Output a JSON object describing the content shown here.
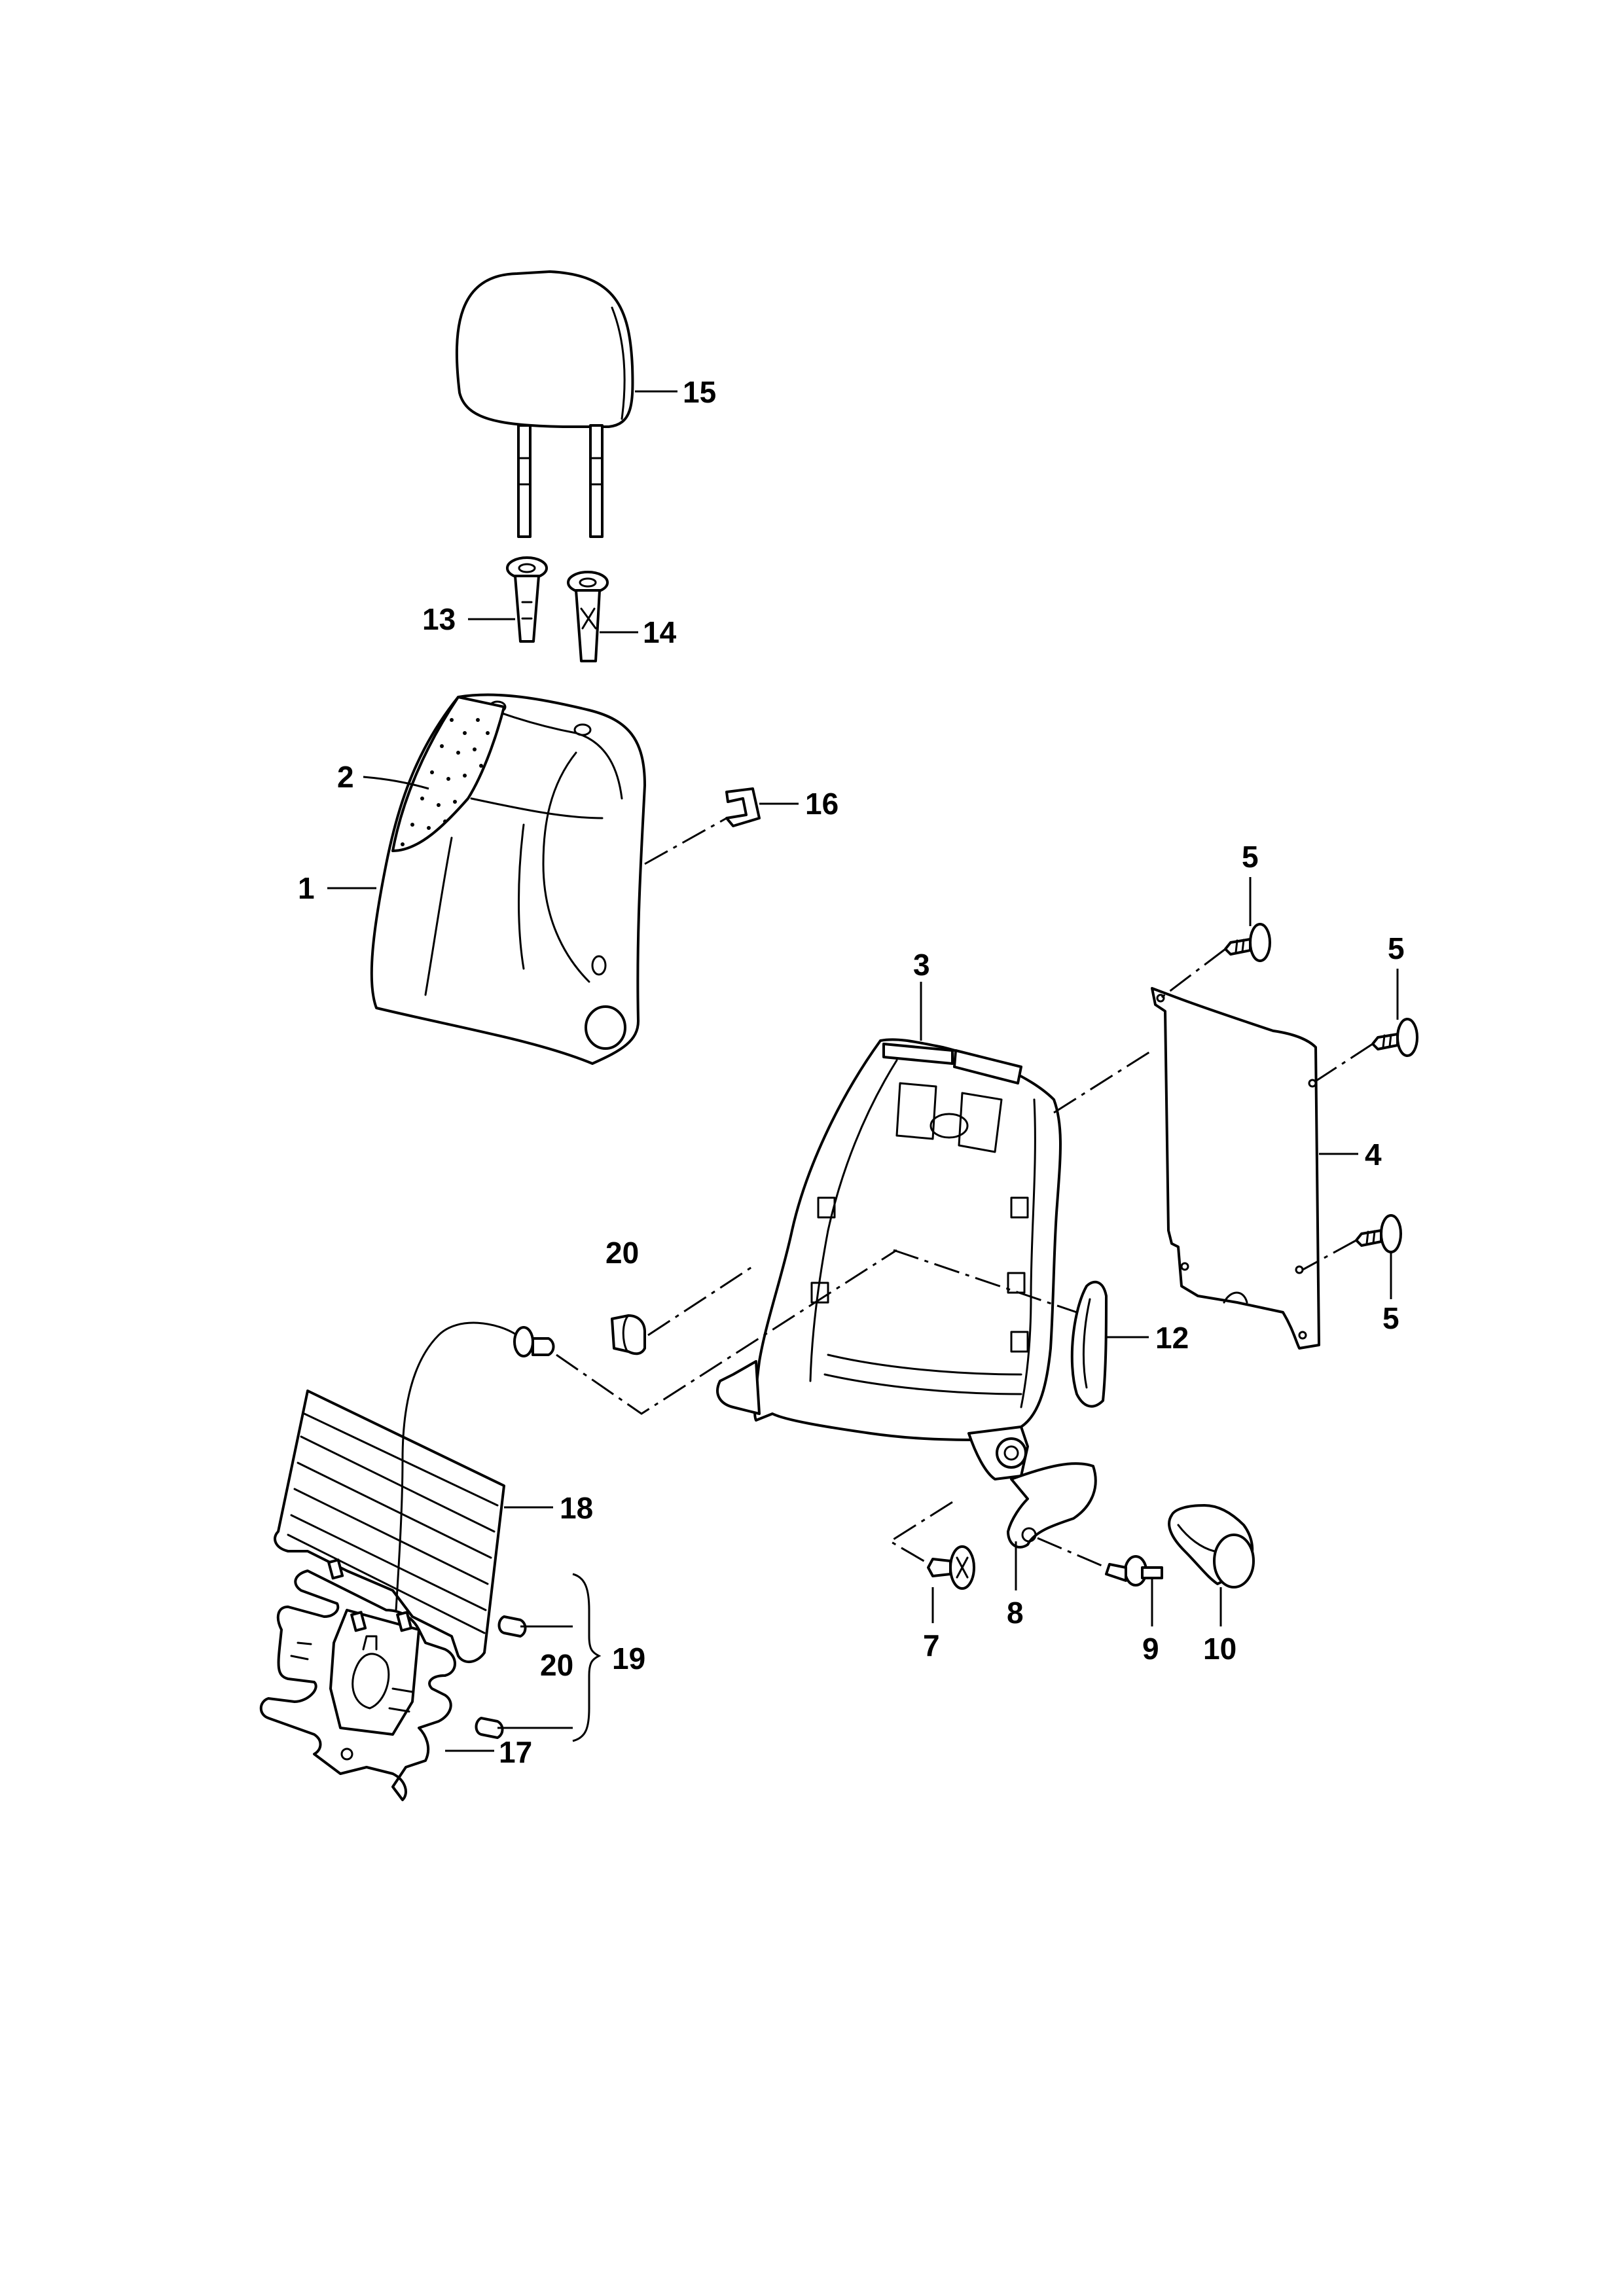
{
  "diagram": {
    "callouts": {
      "c1": "1",
      "c2": "2",
      "c3": "3",
      "c4": "4",
      "c5a": "5",
      "c5b": "5",
      "c5c": "5",
      "c7": "7",
      "c8": "8",
      "c9": "9",
      "c10": "10",
      "c12": "12",
      "c13": "13",
      "c14": "14",
      "c15": "15",
      "c16": "16",
      "c17": "17",
      "c18": "18",
      "c19": "19",
      "c20a": "20",
      "c20b": "20"
    }
  }
}
